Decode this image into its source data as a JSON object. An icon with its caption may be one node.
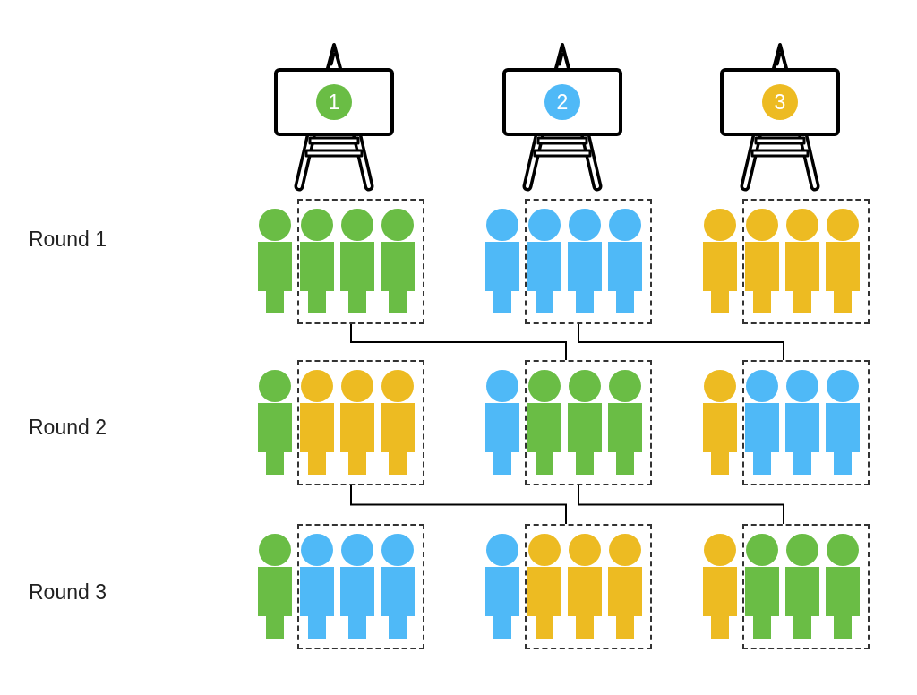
{
  "diagram": {
    "nodes": [
      {
        "text": [
          "1"
        ]
      },
      {
        "text": [
          "2"
        ]
      },
      {
        "text": [
          "3"
        ]
      },
      {
        "text": [],
        "shape": "box"
      },
      {
        "text": [],
        "shape": "box"
      },
      {
        "text": [],
        "shape": "box"
      },
      {
        "text": [],
        "shape": "box"
      },
      {
        "text": [],
        "shape": "box"
      },
      {
        "text": [],
        "shape": "box"
      },
      {
        "text": [],
        "shape": "box"
      },
      {
        "text": [],
        "shape": "box"
      },
      {
        "text": [],
        "shape": "box"
      }
    ],
    "edges": [
      {
        "from": 3,
        "to": 7,
        "arrow": "none"
      },
      {
        "from": 4,
        "to": 8,
        "arrow": "none"
      },
      {
        "from": 6,
        "to": 10,
        "arrow": "none"
      },
      {
        "from": 7,
        "to": 11,
        "arrow": "none"
      }
    ],
    "labels": [
      "Round 1",
      "Round 2",
      "Round 3"
    ]
  }
}
